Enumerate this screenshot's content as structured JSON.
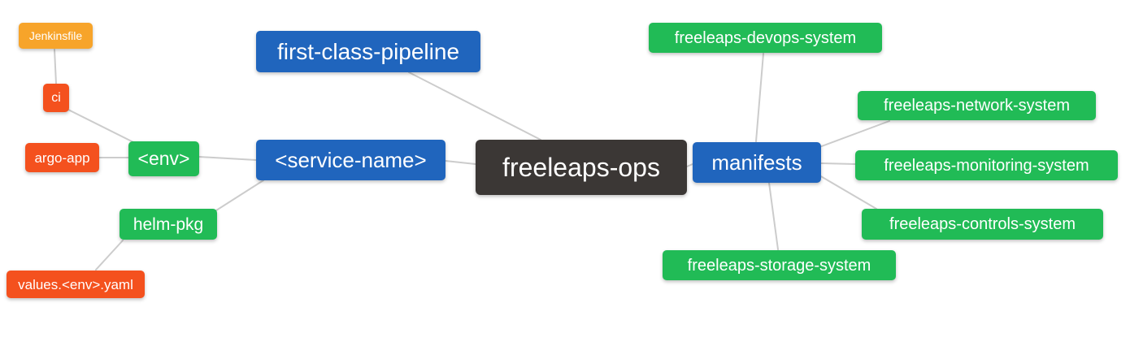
{
  "diagram": {
    "type": "mindmap",
    "root": "freeleaps_ops",
    "palette": {
      "root": "#3b3735",
      "branch_blue": "#2065bd",
      "leaf_green": "#21bb56",
      "leaf_red": "#f4511e",
      "leaf_amber": "#f7a42a",
      "edge": "#cccccc",
      "text": "#ffffff"
    },
    "nodes": {
      "jenkinsfile": {
        "label": "Jenkinsfile",
        "color": "#f7a42a"
      },
      "ci": {
        "label": "ci",
        "color": "#f4511e"
      },
      "argo_app": {
        "label": "argo-app",
        "color": "#f4511e"
      },
      "env": {
        "label": "<env>",
        "color": "#21bb56"
      },
      "helm_pkg": {
        "label": "helm-pkg",
        "color": "#21bb56"
      },
      "values_env_yaml": {
        "label": "values.<env>.yaml",
        "color": "#f4511e"
      },
      "first_class_pipeline": {
        "label": "first-class-pipeline",
        "color": "#2065bd"
      },
      "service_name": {
        "label": "<service-name>",
        "color": "#2065bd"
      },
      "freeleaps_ops": {
        "label": "freeleaps-ops",
        "color": "#3b3735"
      },
      "manifests": {
        "label": "manifests",
        "color": "#2065bd"
      },
      "freeleaps_devops_system": {
        "label": "freeleaps-devops-system",
        "color": "#21bb56"
      },
      "freeleaps_network_system": {
        "label": "freeleaps-network-system",
        "color": "#21bb56"
      },
      "freeleaps_monitoring_system": {
        "label": "freeleaps-monitoring-system",
        "color": "#21bb56"
      },
      "freeleaps_controls_system": {
        "label": "freeleaps-controls-system",
        "color": "#21bb56"
      },
      "freeleaps_storage_system": {
        "label": "freeleaps-storage-system",
        "color": "#21bb56"
      }
    },
    "edges": [
      {
        "from": "jenkinsfile",
        "to": "ci"
      },
      {
        "from": "ci",
        "to": "env"
      },
      {
        "from": "argo_app",
        "to": "env"
      },
      {
        "from": "env",
        "to": "service_name"
      },
      {
        "from": "helm_pkg",
        "to": "service_name"
      },
      {
        "from": "values_env_yaml",
        "to": "helm_pkg"
      },
      {
        "from": "first_class_pipeline",
        "to": "freeleaps_ops"
      },
      {
        "from": "service_name",
        "to": "freeleaps_ops"
      },
      {
        "from": "freeleaps_ops",
        "to": "manifests"
      },
      {
        "from": "manifests",
        "to": "freeleaps_devops_system"
      },
      {
        "from": "manifests",
        "to": "freeleaps_network_system"
      },
      {
        "from": "manifests",
        "to": "freeleaps_monitoring_system"
      },
      {
        "from": "manifests",
        "to": "freeleaps_controls_system"
      },
      {
        "from": "manifests",
        "to": "freeleaps_storage_system"
      }
    ]
  }
}
